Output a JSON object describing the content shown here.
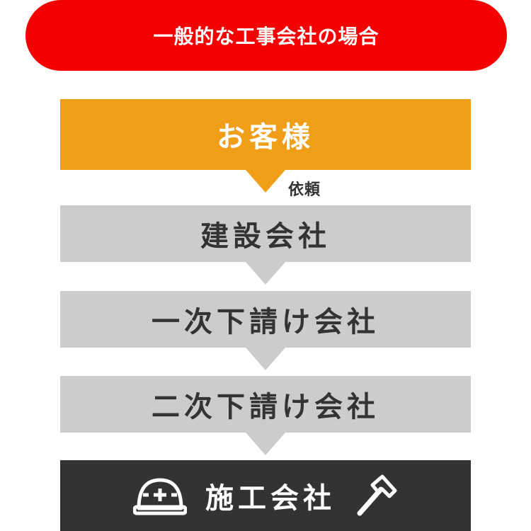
{
  "header": {
    "title": "一般的な工事会社の場合"
  },
  "flow": {
    "customer": "お客様",
    "request_label": "依頼",
    "construction_company": "建設会社",
    "first_subcontractor": "一次下請け会社",
    "second_subcontractor": "二次下請け会社",
    "contractor": "施工会社"
  },
  "icons": {
    "left": "hard-hat-icon",
    "right": "hammer-icon"
  },
  "colors": {
    "header": "#f50000",
    "customer": "#f09d17",
    "intermediate": "#cccccc",
    "contractor": "#333333"
  }
}
